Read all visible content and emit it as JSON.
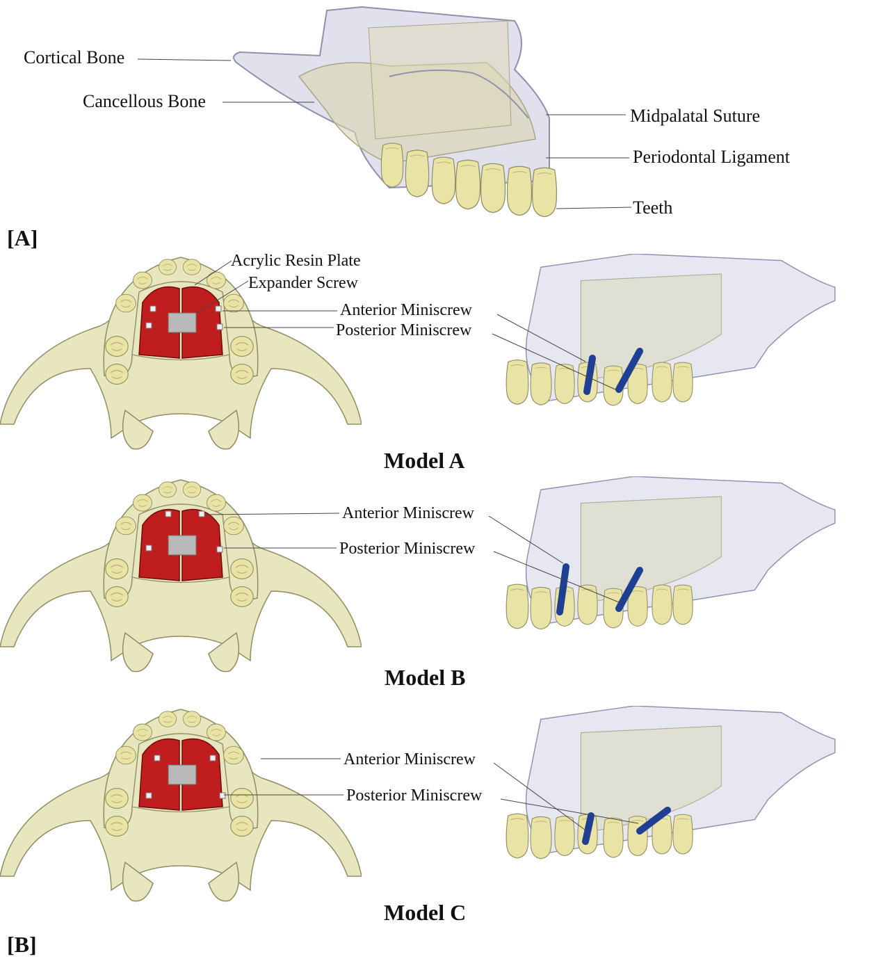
{
  "colors": {
    "bone": "#e8e6bf",
    "bone_edge": "#8f8d62",
    "teeth": "#e9e3a6",
    "glass": "#c7c9dd",
    "glass_edge": "#8e90ad",
    "plate": "#c01e1e",
    "plate_edge": "#6d0c0c",
    "screw": "#1f3f92",
    "expander": "#b9b9b9"
  },
  "panel_a": {
    "label": "[A]",
    "labels": {
      "cortical_bone": "Cortical Bone",
      "cancellous_bone": "Cancellous Bone",
      "midpalatal_suture": "Midpalatal Suture",
      "periodontal_ligament": "Periodontal Ligament",
      "teeth": "Teeth"
    }
  },
  "panel_b": {
    "label": "[B]",
    "models": [
      {
        "title": "Model A",
        "labels": {
          "acrylic_resin_plate": "Acrylic Resin Plate",
          "expander_screw": "Expander Screw",
          "anterior_miniscrew": "Anterior Miniscrew",
          "posterior_miniscrew": "Posterior Miniscrew"
        }
      },
      {
        "title": "Model B",
        "labels": {
          "anterior_miniscrew": "Anterior Miniscrew",
          "posterior_miniscrew": "Posterior Miniscrew"
        }
      },
      {
        "title": "Model C",
        "labels": {
          "anterior_miniscrew": "Anterior Miniscrew",
          "posterior_miniscrew": "Posterior Miniscrew"
        }
      }
    ]
  }
}
